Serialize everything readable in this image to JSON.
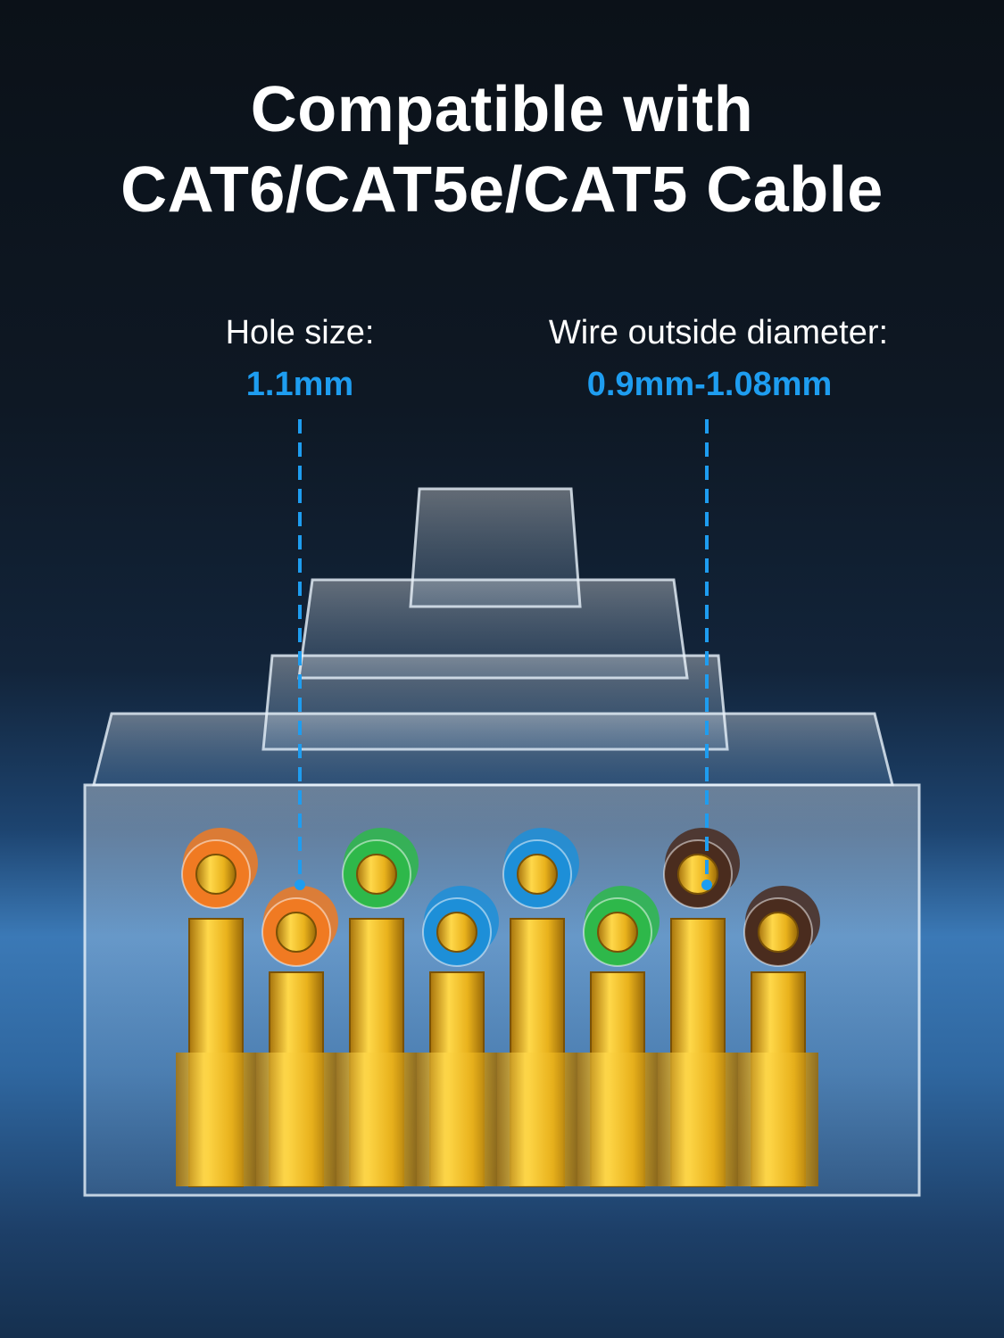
{
  "headline": {
    "line1": "Compatible with",
    "line2": "CAT6/CAT5e/CAT5 Cable"
  },
  "specs": [
    {
      "label": "Hole size:",
      "value": "1.1mm"
    },
    {
      "label": "Wire outside diameter:",
      "value": "0.9mm-1.08mm"
    }
  ],
  "colors": {
    "accent": "#1e9df0",
    "gold": "#e9b21c",
    "wires": [
      "#f07a22",
      "#f07a22",
      "#2eb84a",
      "#1d8fd8",
      "#1d8fd8",
      "#2eb84a",
      "#4a2c1e",
      "#4a2c1e"
    ]
  }
}
